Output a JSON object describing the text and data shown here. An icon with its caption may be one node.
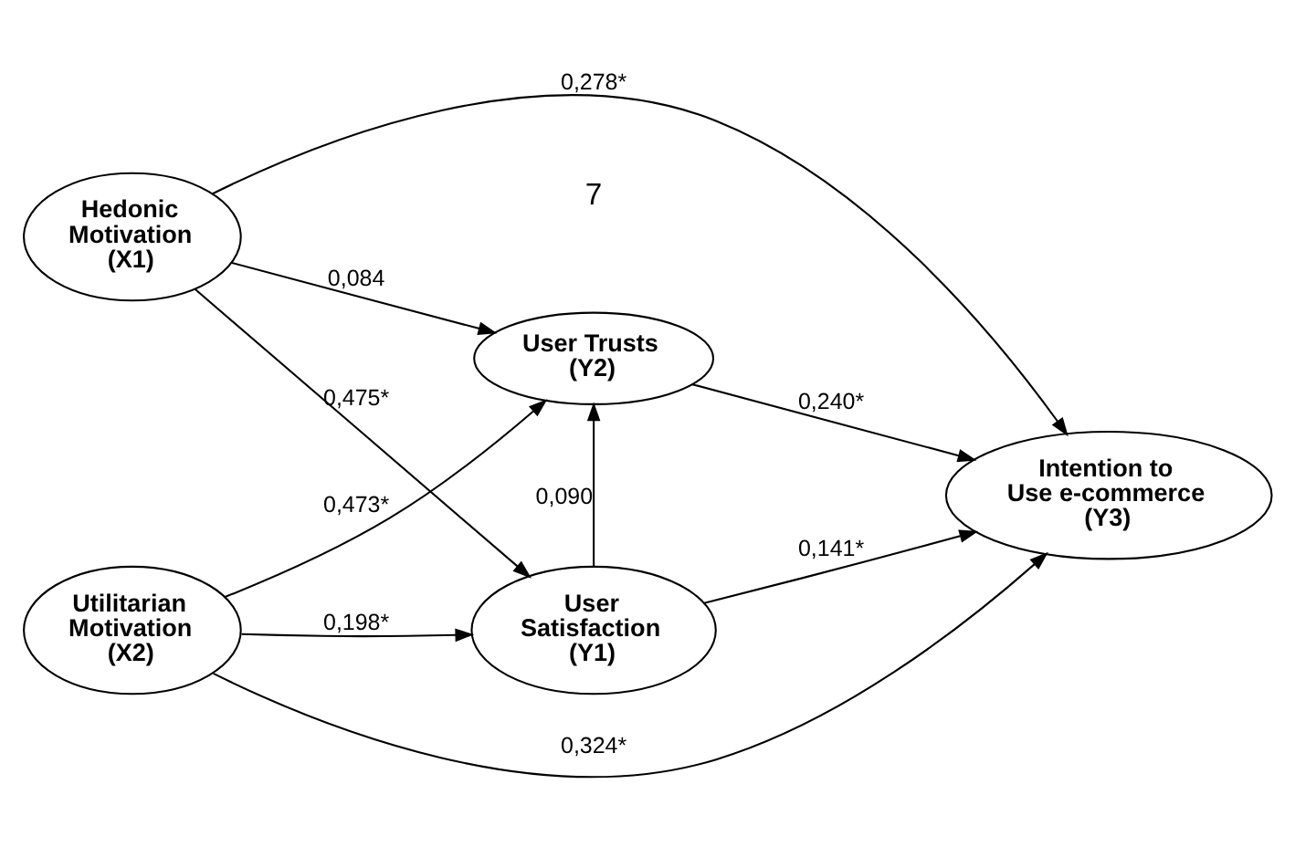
{
  "diagram": {
    "nodes": [
      {
        "text": [
          "User Satisfaction (Y1)"
        ]
      },
      {
        "text": [
          "Hedonic Motivation (X1)"
        ]
      },
      {
        "text": [
          "Intention to Use e-commerce (Y3)"
        ]
      },
      {
        "text": [
          "Utilitarian Motivation (X2)"
        ]
      },
      {
        "text": [
          "User Trusts (Y2)"
        ]
      }
    ],
    "edges": [
      {
        "from": 1,
        "to": 0,
        "arrow": "to",
        "label": "0,475*"
      },
      {
        "from": 3,
        "to": 0,
        "arrow": "to",
        "label": "0,198*"
      },
      {
        "from": 0,
        "to": 2,
        "arrow": "to",
        "label": "0,141*"
      },
      {
        "from": 1,
        "to": 2,
        "arrow": "to",
        "label": "0,278*"
      },
      {
        "from": 0,
        "to": 4,
        "arrow": "to",
        "label": "0,090"
      },
      {
        "from": 3,
        "to": 2,
        "arrow": "to",
        "label": "0,324*"
      },
      {
        "from": 1,
        "to": 4,
        "arrow": "to",
        "label": "0,084"
      },
      {
        "from": 3,
        "to": 4,
        "arrow": "to",
        "label": "0,473*"
      },
      {
        "from": 4,
        "to": 2,
        "arrow": "to",
        "label": "0,240*"
      }
    ],
    "labels": [
      "7"
    ]
  }
}
